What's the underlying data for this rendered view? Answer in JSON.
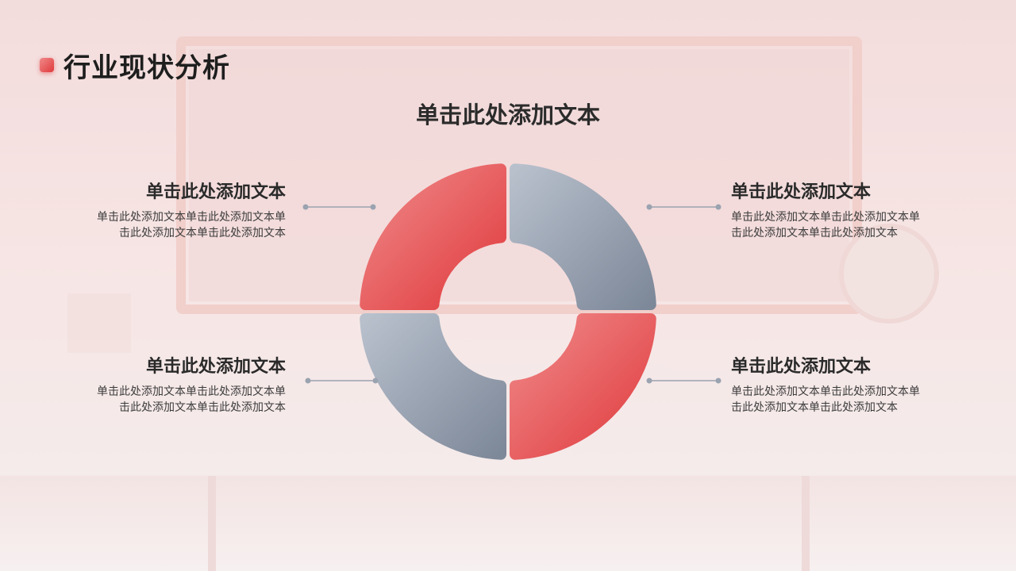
{
  "page": {
    "title": "行业现状分析",
    "subtitle": "单击此处添加文本"
  },
  "items": [
    {
      "heading": "单击此处添加文本",
      "lines": [
        "单击此处添加文本单击此处添加文本单",
        "击此处添加文本单击此处添加文本"
      ]
    },
    {
      "heading": "单击此处添加文本",
      "lines": [
        "单击此处添加文本单击此处添加文本单",
        "击此处添加文本单击此处添加文本"
      ]
    },
    {
      "heading": "单击此处添加文本",
      "lines": [
        "单击此处添加文本单击此处添加文本单",
        "击此处添加文本单击此处添加文本"
      ]
    },
    {
      "heading": "单击此处添加文本",
      "lines": [
        "单击此处添加文本单击此处添加文本单",
        "击此处添加文本单击此处添加文本"
      ]
    }
  ],
  "colors": {
    "red_accent": "#e8474a",
    "gray_accent": "#8a94a4",
    "connector": "#9aa3b0"
  }
}
